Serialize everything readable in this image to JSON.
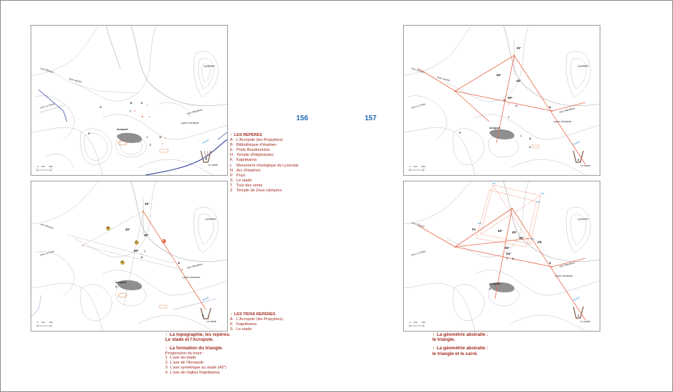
{
  "pages": {
    "left": "156",
    "right": "157"
  },
  "map_labels": {
    "lycabette": "Lycabette",
    "lycee": "Lycée d'Aristote",
    "vers_eleusis": "vers Éleusis",
    "voie_sacree": "Voie sacrée",
    "vers_piree": "vers Le Pirée",
    "vers_marathon": "vers Marathon",
    "acropole": "Acropole",
    "le_stade": "Le stade",
    "ilissos": "Ilissos"
  },
  "letters": {
    "A": "A",
    "B": "B",
    "H": "H",
    "K": "K",
    "L": "L",
    "N": "N",
    "P": "P",
    "S": "S",
    "T": "T",
    "Z": "Z"
  },
  "angles": {
    "a15": "15°",
    "a45": "45°",
    "a90": "90°",
    "a54": "54°"
  },
  "numbers": {
    "n1": "1",
    "n2": "2",
    "n3": "3",
    "n4": "4"
  },
  "square_labels": {
    "m1": "m1",
    "m2": "m2",
    "m3": "m3",
    "m4": "m4",
    "m5": "m5",
    "pc": "Pc",
    "pb": "Pb"
  },
  "scale": {
    "s0": "0",
    "s1": "100",
    "s2": "500"
  },
  "legend_reperes": {
    "title": "LES REPÈRES",
    "items": [
      {
        "k": "A",
        "t": "L'Acropole (les Propylées)"
      },
      {
        "k": "B",
        "t": "Bibliothèque d'Hadrien"
      },
      {
        "k": "E",
        "t": "Porte Boudouristra"
      },
      {
        "k": "H",
        "t": "Temple d'Héphaïstos"
      },
      {
        "k": "K",
        "t": "Kapnikarea"
      },
      {
        "k": "L",
        "t": "Monument chorégique de Lysicrate"
      },
      {
        "k": "N",
        "t": "Arc d'Hadrien"
      },
      {
        "k": "P",
        "t": "Pnyx"
      },
      {
        "k": "S",
        "t": "Le stade"
      },
      {
        "k": "T",
        "t": "Tour des vents"
      },
      {
        "k": "Z",
        "t": "Temple de Zeus olympien"
      }
    ]
  },
  "legend_trois": {
    "title": "LES TROIS REPÈRES",
    "items": [
      {
        "k": "A",
        "t": "L'Acropole (les Propylées)"
      },
      {
        "k": "K",
        "t": "Kapnikarea"
      },
      {
        "k": "S",
        "t": "Le stade"
      }
    ]
  },
  "caption_left": {
    "c1a": "La topographie, les repères.",
    "c1b": "Le stade et l'Acropole.",
    "c2": "La formation du triangle.",
    "sub": "Progression du tracé :",
    "steps": [
      {
        "k": "1",
        "t": "L'axe du stade"
      },
      {
        "k": "2",
        "t": "L'axe de l'Acropole"
      },
      {
        "k": "3",
        "t": "L'axe symétrique au stade (45°)"
      },
      {
        "k": "4",
        "t": "L'axe de l'église Kapnikarea"
      }
    ]
  },
  "caption_right": {
    "c1a": "La géométrie abstraite :",
    "c1b": "le triangle.",
    "c2a": "La géométrie abstraite :",
    "c2b": "le triangle et le carré."
  },
  "colors": {
    "accent": "#a2281c",
    "line": "#e8684a",
    "blue": "#2b3a9a",
    "pagenum": "#1c69b4"
  }
}
